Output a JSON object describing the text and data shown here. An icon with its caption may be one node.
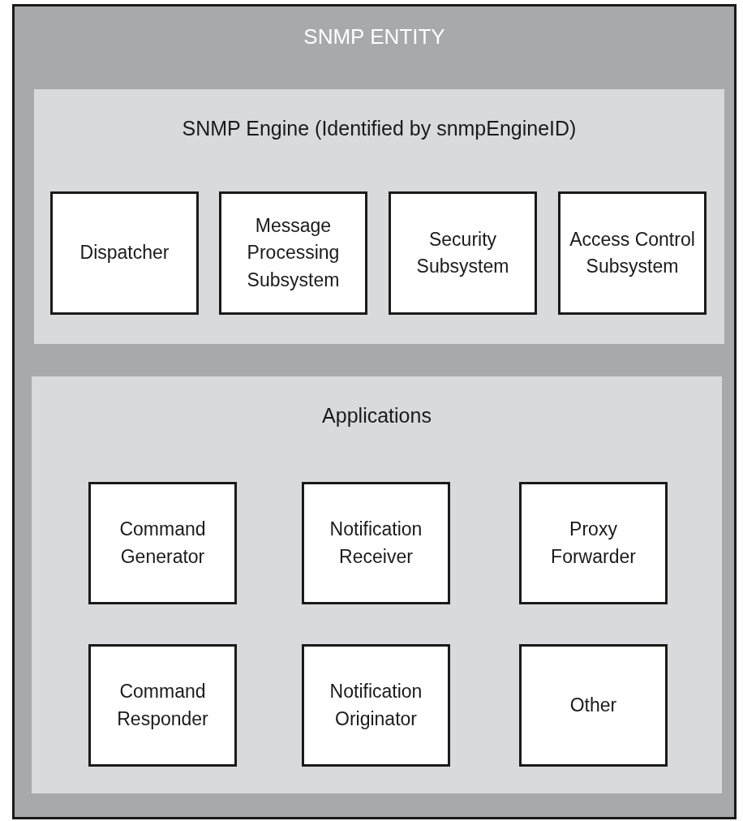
{
  "diagram": {
    "nodes": [
      {
        "text": [
          "SNMP ENTITY"
        ]
      },
      {
        "text": [
          "SNMP Engine (Identified by snmpEngineID)"
        ],
        "in": 0
      },
      {
        "text": [
          "Dispatcher"
        ],
        "in": 1
      },
      {
        "text": [
          "Message Processing Subsystem"
        ],
        "in": 1
      },
      {
        "text": [
          "Security Subsystem"
        ],
        "in": 1
      },
      {
        "text": [
          "Access Control Subsystem"
        ],
        "in": 1
      },
      {
        "text": [
          "Applications"
        ],
        "in": 0
      },
      {
        "text": [
          "Command Generator"
        ],
        "in": 6
      },
      {
        "text": [
          "Notification Receiver"
        ],
        "in": 6
      },
      {
        "text": [
          "Proxy Forwarder"
        ],
        "in": 6
      },
      {
        "text": [
          "Command Responder"
        ],
        "in": 6
      },
      {
        "text": [
          "Notification Originator"
        ],
        "in": 6
      },
      {
        "text": [
          "Other"
        ],
        "in": 6
      }
    ]
  }
}
